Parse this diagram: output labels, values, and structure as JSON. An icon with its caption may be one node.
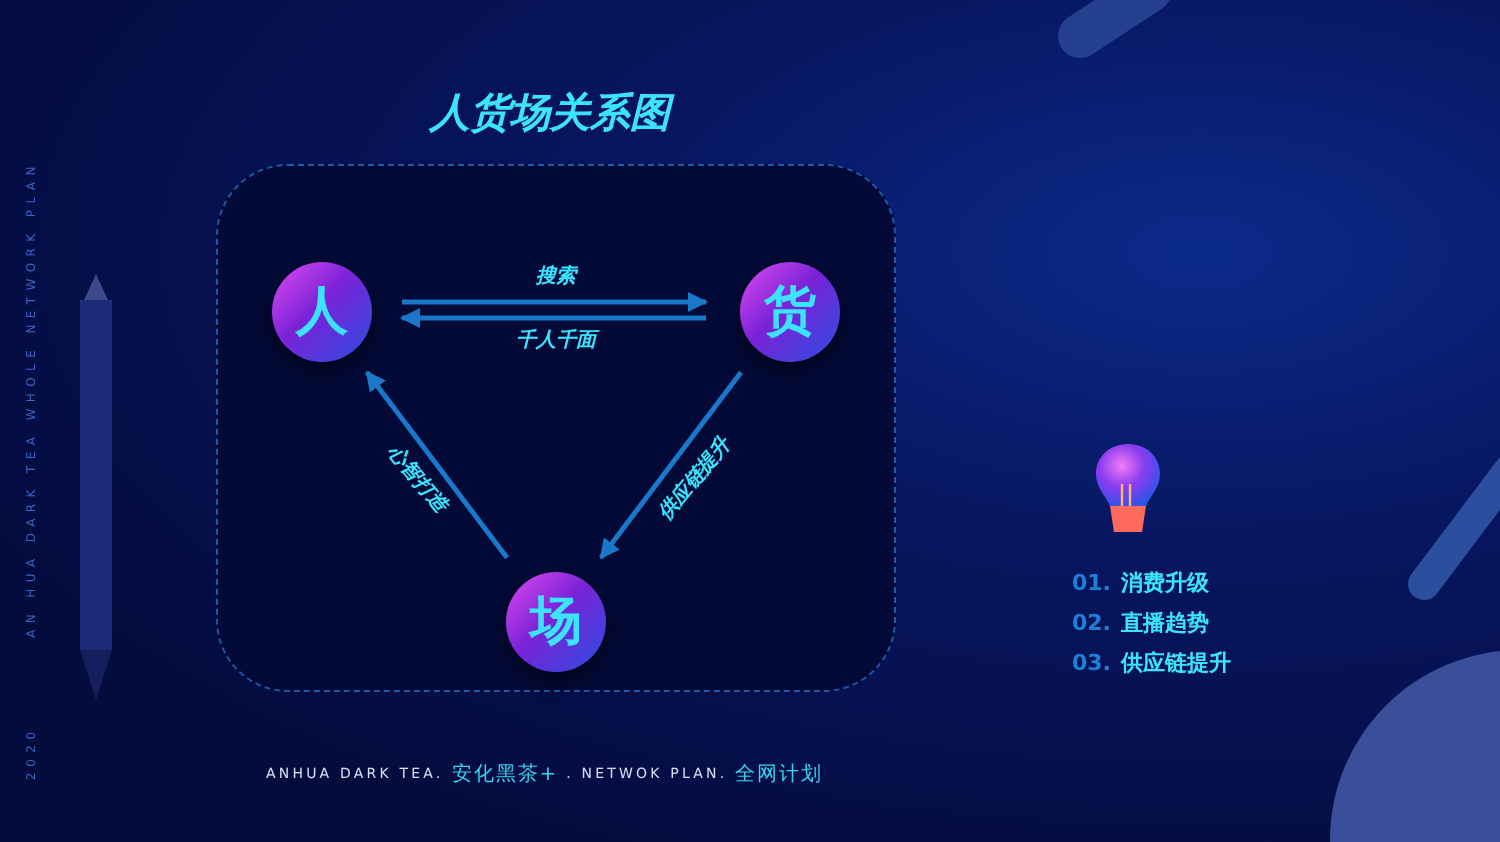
{
  "diagram": {
    "title": "人货场关系图",
    "nodes": [
      {
        "text": [],
        "shape": "box"
      },
      {
        "text": [
          "人"
        ],
        "in": 0
      },
      {
        "text": [
          "货"
        ],
        "in": 0
      },
      {
        "text": [
          "场"
        ],
        "in": 0
      }
    ],
    "edges": [
      {
        "from": 1,
        "to": 2,
        "arrow": "to",
        "label": "搜索"
      },
      {
        "from": 2,
        "to": 1,
        "arrow": "to",
        "label": "千人千面"
      },
      {
        "from": 2,
        "to": 3,
        "arrow": "to",
        "label": "供应链提升"
      },
      {
        "from": 3,
        "to": 1,
        "arrow": "to",
        "label": "心智打造"
      }
    ],
    "labels": [
      "AN HUA DARK TEA WHOLE NETWORK PLAN",
      "2020",
      "01.",
      "消费升级",
      "02.",
      "直播趋势",
      "03.",
      "供应链提升",
      "ANHUA DARK TEA.",
      "安化黑茶+",
      ". NETWOK PLAN.",
      "全网计划"
    ]
  }
}
